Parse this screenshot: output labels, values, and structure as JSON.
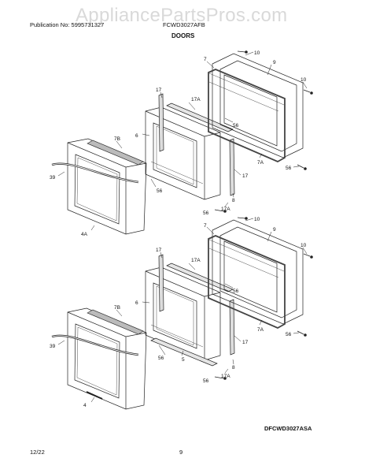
{
  "watermark": "AppliancePartsPros.com",
  "header": {
    "publication": "Publication No: 5995731327",
    "model": "FCWD3027AFB",
    "section": "DOORS"
  },
  "diagram": {
    "drawing_id": "DFCWD3027ASA",
    "callouts": [
      {
        "id": "c-10a",
        "label": "10"
      },
      {
        "id": "c-7a",
        "label": "7"
      },
      {
        "id": "c-9a",
        "label": "9"
      },
      {
        "id": "c-10b",
        "label": "10"
      },
      {
        "id": "c-17a",
        "label": "17"
      },
      {
        "id": "c-17Aa",
        "label": "17A"
      },
      {
        "id": "c-6a",
        "label": "6"
      },
      {
        "id": "c-56a",
        "label": "56"
      },
      {
        "id": "c-7Ba",
        "label": "7B"
      },
      {
        "id": "c-39a",
        "label": "39"
      },
      {
        "id": "c-56b",
        "label": "56"
      },
      {
        "id": "c-7Aa",
        "label": "7A"
      },
      {
        "id": "c-56c",
        "label": "56"
      },
      {
        "id": "c-17b",
        "label": "17"
      },
      {
        "id": "c-8a",
        "label": "8"
      },
      {
        "id": "c-17Ab",
        "label": "17A"
      },
      {
        "id": "c-56d",
        "label": "56"
      },
      {
        "id": "c-4A",
        "label": "4A"
      },
      {
        "id": "c-10c",
        "label": "10"
      },
      {
        "id": "c-7b",
        "label": "7"
      },
      {
        "id": "c-9b",
        "label": "9"
      },
      {
        "id": "c-10d",
        "label": "10"
      },
      {
        "id": "c-17c",
        "label": "17"
      },
      {
        "id": "c-17Ac",
        "label": "17A"
      },
      {
        "id": "c-6b",
        "label": "6"
      },
      {
        "id": "c-56e",
        "label": "56"
      },
      {
        "id": "c-7Bb",
        "label": "7B"
      },
      {
        "id": "c-39b",
        "label": "39"
      },
      {
        "id": "c-56f",
        "label": "56"
      },
      {
        "id": "c-7Ab",
        "label": "7A"
      },
      {
        "id": "c-56g",
        "label": "56"
      },
      {
        "id": "c-17d",
        "label": "17"
      },
      {
        "id": "c-56h",
        "label": "56"
      },
      {
        "id": "c-5",
        "label": "5"
      },
      {
        "id": "c-8b",
        "label": "8"
      },
      {
        "id": "c-17Ad",
        "label": "17A"
      },
      {
        "id": "c-56i",
        "label": "56"
      },
      {
        "id": "c-4",
        "label": "4"
      }
    ]
  },
  "footer": {
    "date": "12/22",
    "page": "9"
  }
}
